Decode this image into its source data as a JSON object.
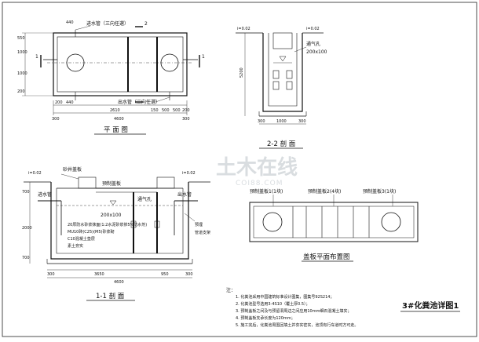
{
  "watermark": {
    "text": "土木在线",
    "sub": "COI88.COM"
  },
  "plan": {
    "caption": "平 面 图",
    "inlet_label": "进水管（三向任選）",
    "outlet_label": "出水管（三向任選）",
    "dim_440": "440",
    "dims_top": [
      "200",
      "440",
      "2610",
      "150",
      "500",
      "500",
      "200"
    ],
    "dims_bottom": [
      "300",
      "4600",
      "300"
    ],
    "dims_left": [
      "550",
      "1000",
      "1000",
      "200"
    ],
    "section_mark": "1",
    "section_mark2": "2"
  },
  "section22": {
    "caption": "2-2 剖 面",
    "level_left": "i=0.02",
    "level_right": "i=0.02",
    "vent_label": "通气孔",
    "vent_size": "200x100",
    "dim_height": "5200",
    "dims_bottom": [
      "300",
      "1000",
      "300"
    ]
  },
  "section11": {
    "caption": "1-1 剖 面",
    "level_left": "i=0.02",
    "level_right": "i=0.02",
    "top_label": "砂井盖板",
    "cover_label": "预制盖板",
    "inlet_label": "进水管",
    "outlet_label": "出水管",
    "vent_label": "通气孔",
    "vent_size": "200x100",
    "notes": [
      "20厚防水砂浆抹面(1:2水泥砂浆掺5%防水剂)",
      "MU10砖(C25)(M5)砂浆砌",
      "C10混凝土垫层",
      "素土夯实"
    ],
    "right_notes": [
      "预埋",
      "管道支架"
    ],
    "dims_left": [
      "700",
      "2000",
      "700"
    ],
    "dims_bottom": [
      "300",
      "3650",
      "950",
      "300"
    ],
    "dim_total": "4600"
  },
  "cover_plan": {
    "caption": "盖板平面布置图",
    "labels": [
      "预制盖板1(1块)",
      "预制盖板2(4块)",
      "预制盖板3(1块)"
    ]
  },
  "notes": {
    "heading": "注：",
    "items": [
      "1. 化粪池采用中国建筑标准设计图集，图集号92S214；",
      "2. 化粪池型号选用3-4S10（覆土厚0.5）；",
      "3. 预制盖板之间及与预留洞周边之间应用10mm细石混凝土填实；",
      "4. 预制盖板支承长度为120mm；",
      "5. 施工完后，化粪池周围回填土并夯实密实，池顶有行车道时方可走。"
    ]
  },
  "title_block": {
    "title": "3#化粪池详图1"
  }
}
